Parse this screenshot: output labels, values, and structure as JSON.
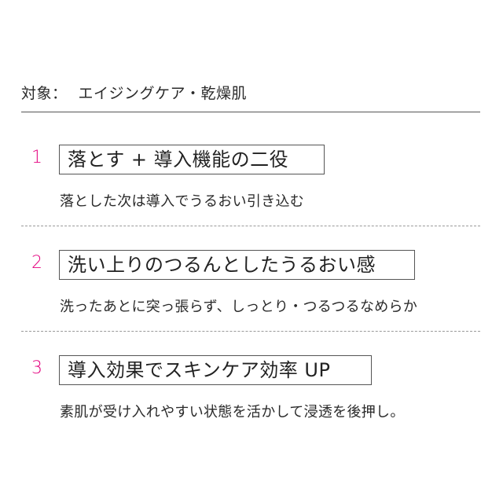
{
  "target": {
    "label": "対象：",
    "value": "エイジングケア・乾燥肌"
  },
  "points": [
    {
      "number": "1",
      "title": "落とす + 導入機能の二役",
      "description": "落とした次は導入でうるおい引き込む"
    },
    {
      "number": "2",
      "title": "洗い上りのつるんとしたうるおい感",
      "description": "洗ったあとに突っ張らず、しっとり・つるつるなめらか"
    },
    {
      "number": "3",
      "title": "導入効果でスキンケア効率 UP",
      "description": "素肌が受け入れやすい状態を活かして浸透を後押し。"
    }
  ],
  "colors": {
    "accent": "#e4007f",
    "text": "#222222",
    "rule": "#555555",
    "dash": "#999999"
  }
}
